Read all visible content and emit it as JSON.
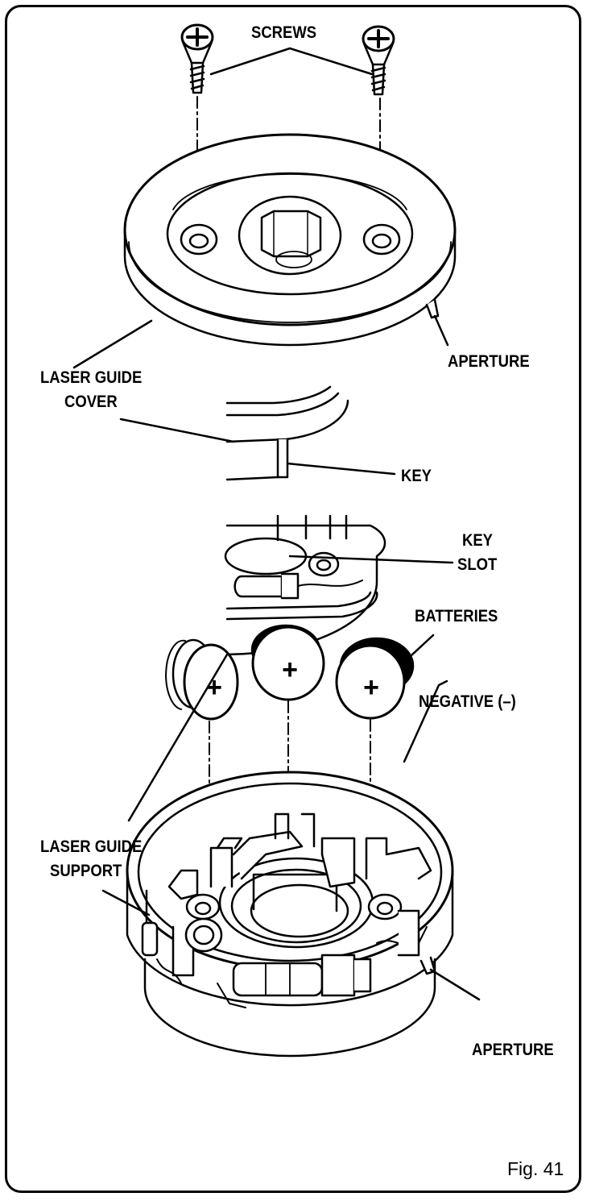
{
  "labels": {
    "screws": "SCREWS",
    "aperture_top": "APERTURE",
    "laser_guide_cover_line1": "LASER GUIDE",
    "laser_guide_cover_line2": "COVER",
    "key": "KEY",
    "key_slot_line1": "KEY",
    "key_slot_line2": "SLOT",
    "batteries": "BATTERIES",
    "negative": "NEGATIVE (–)",
    "laser_guide_support_line1": "LASER GUIDE",
    "laser_guide_support_line2": "SUPPORT",
    "aperture_bottom": "APERTURE"
  },
  "battery_symbol": "+",
  "figure_number": "Fig. 41"
}
